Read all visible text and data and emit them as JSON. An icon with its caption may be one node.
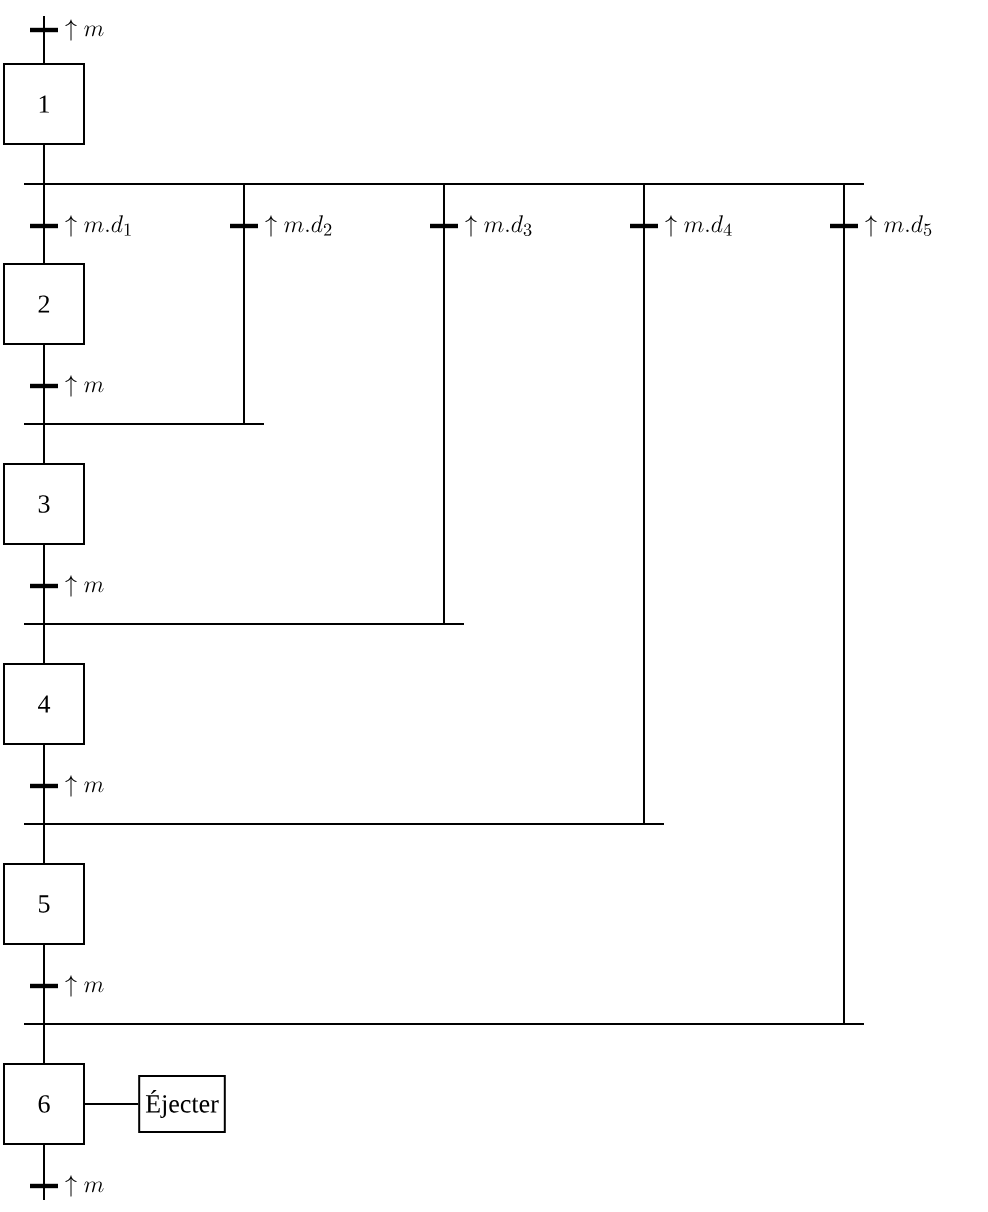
{
  "diagram": {
    "nodes": [
      {
        "text": [
          "1"
        ]
      },
      {
        "text": [
          "2"
        ]
      },
      {
        "text": [
          "3"
        ]
      },
      {
        "text": [
          "4"
        ]
      },
      {
        "text": [
          "5"
        ]
      },
      {
        "text": [
          "6"
        ]
      },
      {
        "text": [
          "Éjecter"
        ]
      }
    ],
    "edges": [
      {
        "from": null,
        "to": 0,
        "arrow": "none",
        "label": "\\uparrow m"
      },
      {
        "from": 0,
        "to": 1,
        "arrow": "none",
        "label": "\\uparrow m.d_1"
      },
      {
        "from": 0,
        "to": 2,
        "arrow": "none",
        "label": "\\uparrow m.d_2"
      },
      {
        "from": 0,
        "to": 3,
        "arrow": "none",
        "label": "\\uparrow m.d_3"
      },
      {
        "from": 0,
        "to": 4,
        "arrow": "none",
        "label": "\\uparrow m.d_4"
      },
      {
        "from": 0,
        "to": 5,
        "arrow": "none",
        "label": "\\uparrow m.d_5"
      },
      {
        "from": 1,
        "to": 2,
        "arrow": "none",
        "label": "\\uparrow m"
      },
      {
        "from": 2,
        "to": 3,
        "arrow": "none",
        "label": "\\uparrow m"
      },
      {
        "from": 3,
        "to": 4,
        "arrow": "none",
        "label": "\\uparrow m"
      },
      {
        "from": 4,
        "to": 5,
        "arrow": "none",
        "label": "\\uparrow m"
      },
      {
        "from": 5,
        "to": null,
        "arrow": "none",
        "label": "\\uparrow m"
      },
      {
        "from": 5,
        "to": 6,
        "arrow": "none"
      }
    ]
  }
}
